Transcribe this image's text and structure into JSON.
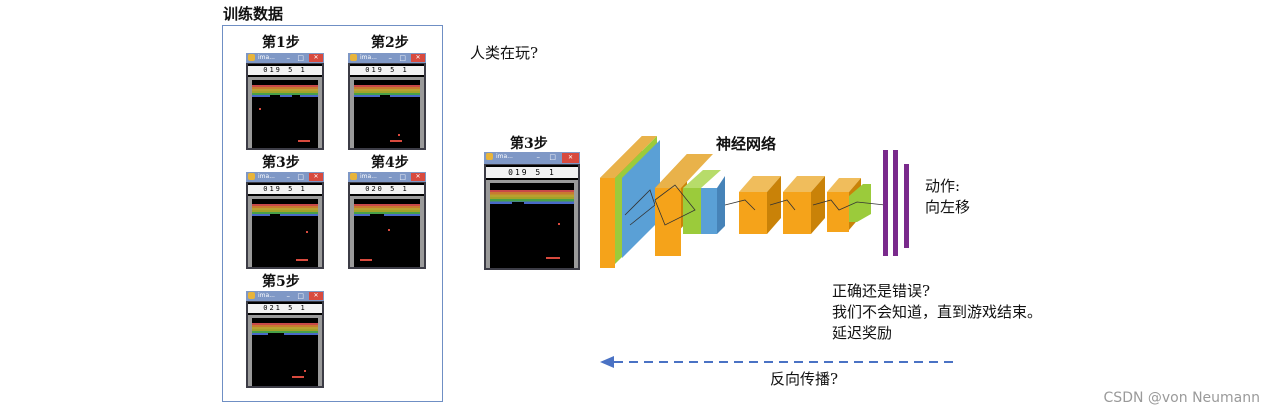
{
  "training": {
    "title": "训练数据",
    "frames": [
      {
        "label": "第1步",
        "score": "019 5 1"
      },
      {
        "label": "第2步",
        "score": "019 5 1"
      },
      {
        "label": "第3步",
        "score": "019 5 1"
      },
      {
        "label": "第4步",
        "score": "020 5 1"
      },
      {
        "label": "第5步",
        "score": "021 5 1"
      }
    ]
  },
  "window": {
    "title": "ima...",
    "minimize": "–",
    "maximize": "□",
    "close": "✕"
  },
  "human_play": "人类在玩?",
  "input_frame": {
    "label": "第3步",
    "score": "019 5 1"
  },
  "network_label": "神经网络",
  "action": {
    "line1": "动作:",
    "line2": "向左移"
  },
  "question": {
    "line1": "正确还是错误?",
    "line2": "我们不会知道，直到游戏结束。",
    "line3": "延迟奖励"
  },
  "backprop_label": "反向传播?",
  "watermark": "CSDN @von  Neumann",
  "colors": {
    "box_border": "#6f8fc4",
    "layer_orange": "#f5a31a",
    "layer_dark": "#c98208",
    "layer_green": "#9bcb3b",
    "layer_blue": "#5aa0d6",
    "output_purple": "#7a2a8c",
    "arrow_blue": "#4a72c4"
  }
}
